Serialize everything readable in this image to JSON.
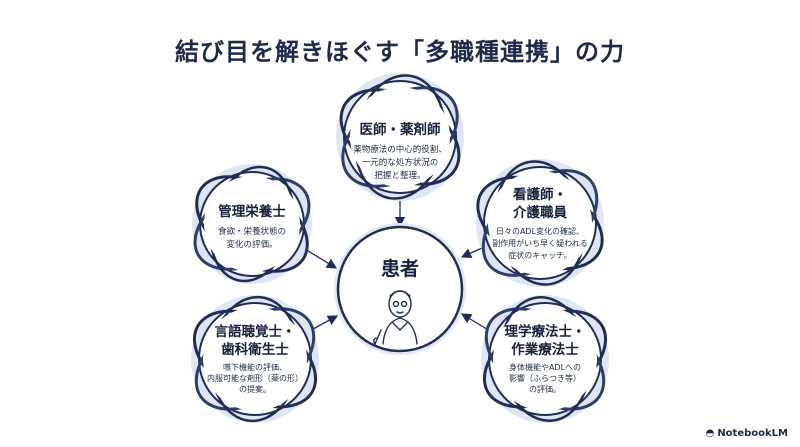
{
  "title": "結び目を解きほぐす「多職種連携」の力",
  "center": {
    "title": "患者"
  },
  "nodes": [
    {
      "title_lines": [
        "医師・薬剤師"
      ],
      "desc_lines": [
        "薬物療法の中心的役割、",
        "一元的な処方状況の",
        "把握と整理。"
      ]
    },
    {
      "title_lines": [
        "看護師・",
        "介護職員"
      ],
      "desc_lines": [
        "日々のADL変化の確認、",
        "副作用がいち早く疑われる",
        "症状のキャッチ。"
      ]
    },
    {
      "title_lines": [
        "管理栄養士"
      ],
      "desc_lines": [
        "食欲・栄養状態の",
        "変化の評価。"
      ]
    },
    {
      "title_lines": [
        "言語聴覚士・",
        "歯科衛生士"
      ],
      "desc_lines": [
        "嚥下機能の評価、",
        "内服可能な剤形（薬の形）",
        "の提案。"
      ]
    },
    {
      "title_lines": [
        "理学療法士・",
        "作業療法士"
      ],
      "desc_lines": [
        "身体機能やADLへの",
        "影響（ふらつき等）",
        "の評価。"
      ]
    }
  ],
  "brand": {
    "name": "NotebookLM",
    "icon": "notebooklm-logo-icon"
  },
  "colors": {
    "navy": "#1f2d55",
    "ring_light": "#c9d3e8",
    "text": "#16213c"
  }
}
